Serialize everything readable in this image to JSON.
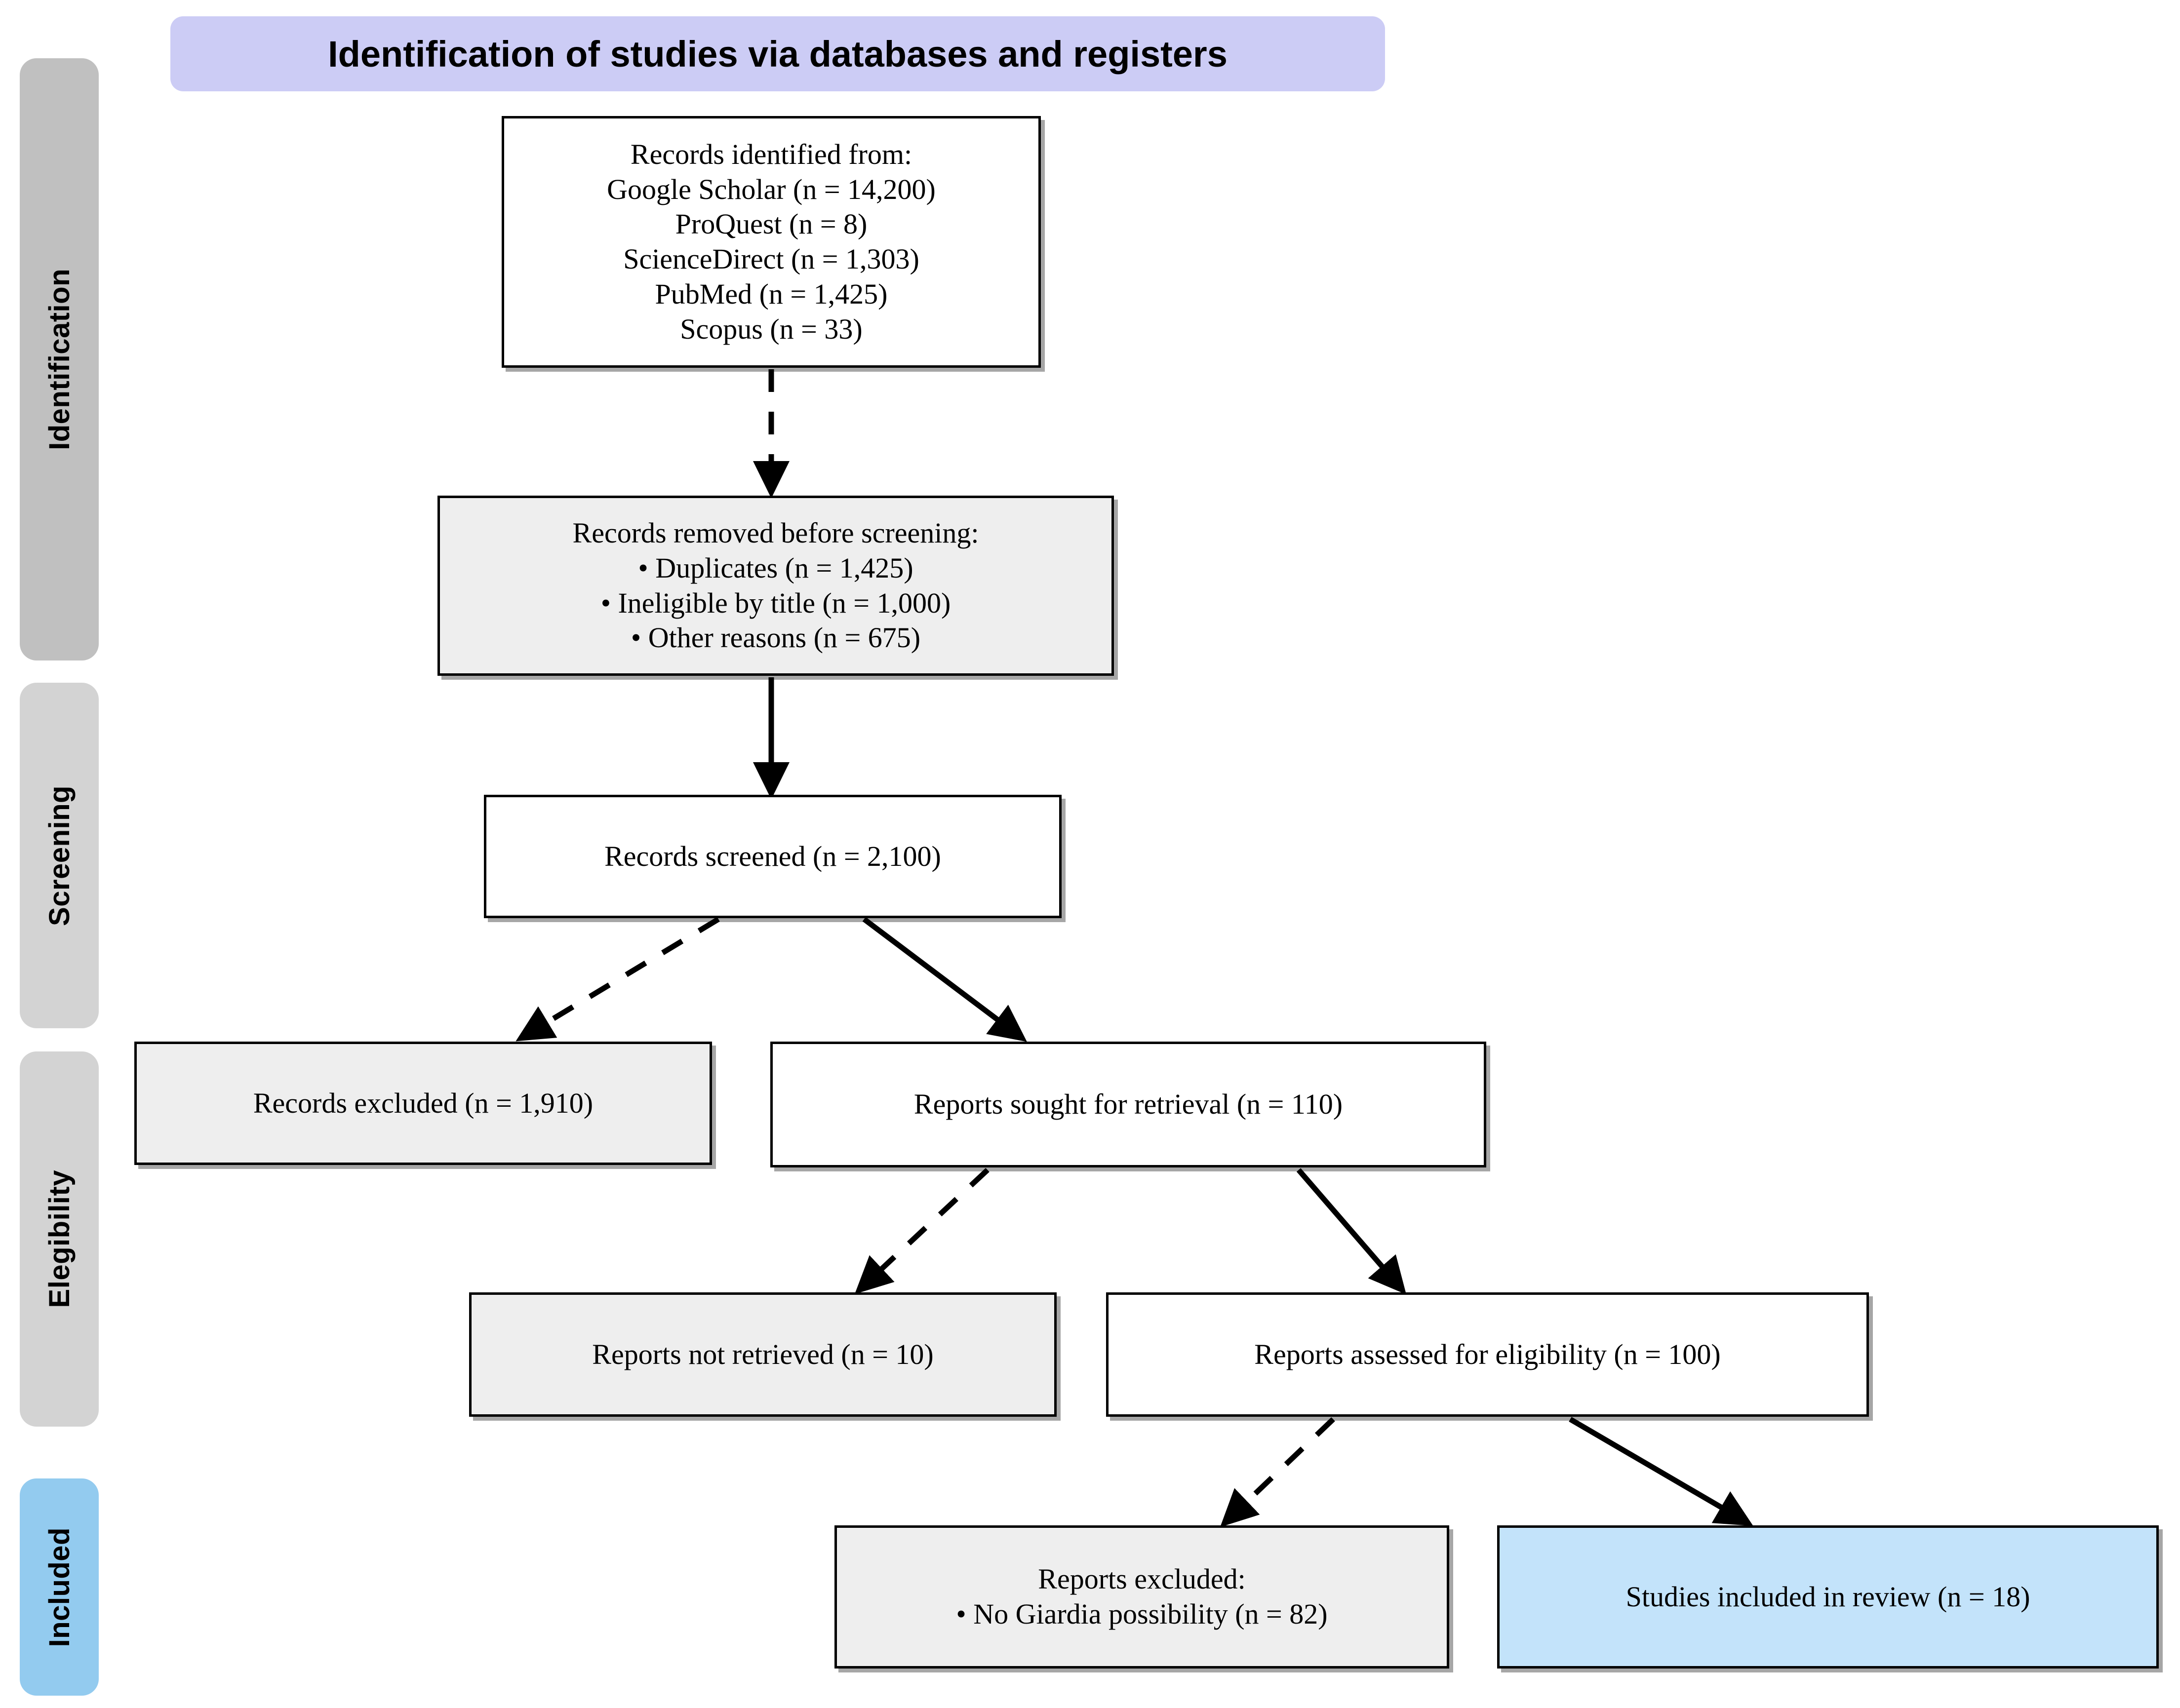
{
  "title_banner": {
    "label": "Identification of studies via databases and registers",
    "bg": "#CCCCF5"
  },
  "phases": [
    {
      "key": "identification",
      "label": "Identification",
      "bg": "#C0C0C0"
    },
    {
      "key": "screening",
      "label": "Screening",
      "bg": "#D3D3D3"
    },
    {
      "key": "eligibility",
      "label": "Elegibility",
      "bg": "#D3D3D3"
    },
    {
      "key": "included",
      "label": "Included",
      "bg": "#93CBEF"
    }
  ],
  "nodes": {
    "records_identified": {
      "name": "Records identified",
      "text": "Records identified from:\nGoogle Scholar (n = 14,200)\nProQuest (n = 8)\nScienceDirect (n = 1,303)\nPubMed (n = 1,425)\nScopus (n = 33)",
      "style": "white"
    },
    "records_removed": {
      "name": "Records removed before screening",
      "text": "Records removed before screening:\n• Duplicates (n = 1,425)\n• Ineligible by title (n = 1,000)\n• Other reasons (n = 675)",
      "style": "grey"
    },
    "records_screened": {
      "name": "Records screened",
      "text": "Records screened (n = 2,100)",
      "style": "white"
    },
    "records_excluded": {
      "name": "Records excluded",
      "text": "Records excluded (n = 1,910)",
      "style": "grey"
    },
    "reports_sought": {
      "name": "Reports sought for retrieval",
      "text": "Reports sought for retrieval (n = 110)",
      "style": "white"
    },
    "reports_not_retrieved": {
      "name": "Reports not retrieved",
      "text": "Reports not retrieved (n = 10)",
      "style": "grey"
    },
    "reports_assessed": {
      "name": "Reports assessed for eligibility",
      "text": "Reports assessed for eligibility (n = 100)",
      "style": "white"
    },
    "reports_excluded": {
      "name": "Reports excluded",
      "text": "Reports excluded:\n• No Giardia possibility (n = 82)",
      "style": "grey"
    },
    "studies_included": {
      "name": "Studies included in review",
      "text": "Studies included in review (n = 18)",
      "style": "blue"
    }
  },
  "chart_data": {
    "type": "diagram",
    "title": "Identification of studies via databases and registers",
    "diagram_kind": "PRISMA 2020 flow diagram",
    "phases": [
      "Identification",
      "Screening",
      "Elegibility",
      "Included"
    ],
    "counts": {
      "google_scholar": 14200,
      "proquest": 8,
      "sciencedirect": 1303,
      "pubmed": 1425,
      "scopus": 33,
      "duplicates_removed": 1425,
      "ineligible_by_title_removed": 1000,
      "other_reasons_removed": 675,
      "records_screened": 2100,
      "records_excluded": 1910,
      "reports_sought_for_retrieval": 110,
      "reports_not_retrieved": 10,
      "reports_assessed_for_eligibility": 100,
      "reports_excluded_no_giardia_possibility": 82,
      "studies_included_in_review": 18
    },
    "edges": [
      {
        "from": "records_identified",
        "to": "records_removed",
        "style": "dashed"
      },
      {
        "from": "records_identified",
        "to": "records_screened",
        "style": "solid"
      },
      {
        "from": "records_screened",
        "to": "records_excluded",
        "style": "dashed"
      },
      {
        "from": "records_screened",
        "to": "reports_sought",
        "style": "solid"
      },
      {
        "from": "reports_sought",
        "to": "reports_not_retrieved",
        "style": "dashed"
      },
      {
        "from": "reports_sought",
        "to": "reports_assessed",
        "style": "solid"
      },
      {
        "from": "reports_assessed",
        "to": "reports_excluded",
        "style": "dashed"
      },
      {
        "from": "reports_assessed",
        "to": "studies_included",
        "style": "solid"
      }
    ]
  }
}
